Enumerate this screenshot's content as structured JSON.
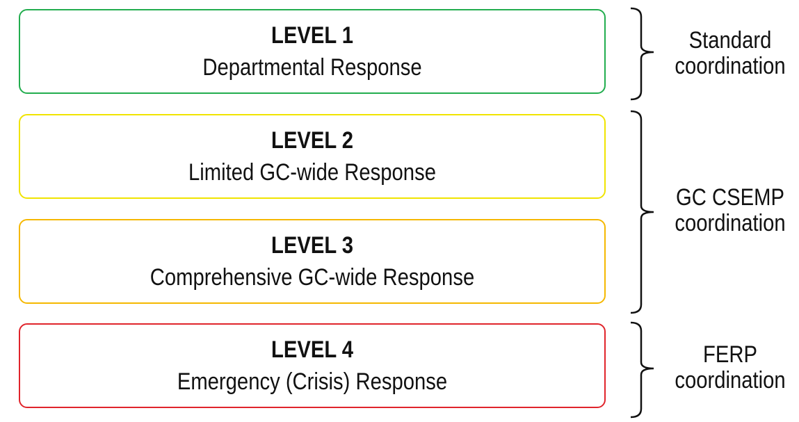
{
  "levels": [
    {
      "title": "LEVEL 1",
      "description": "Departmental Response",
      "color": "#22ad4e"
    },
    {
      "title": "LEVEL 2",
      "description": "Limited GC-wide Response",
      "color": "#f0e400"
    },
    {
      "title": "LEVEL 3",
      "description": "Comprehensive GC-wide Response",
      "color": "#f5b800"
    },
    {
      "title": "LEVEL 4",
      "description": "Emergency (Crisis) Response",
      "color": "#e0242b"
    }
  ],
  "groups": [
    {
      "line1": "Standard",
      "line2": "coordination"
    },
    {
      "line1": "GC CSEMP",
      "line2": "coordination"
    },
    {
      "line1": "FERP",
      "line2": "coordination"
    }
  ]
}
